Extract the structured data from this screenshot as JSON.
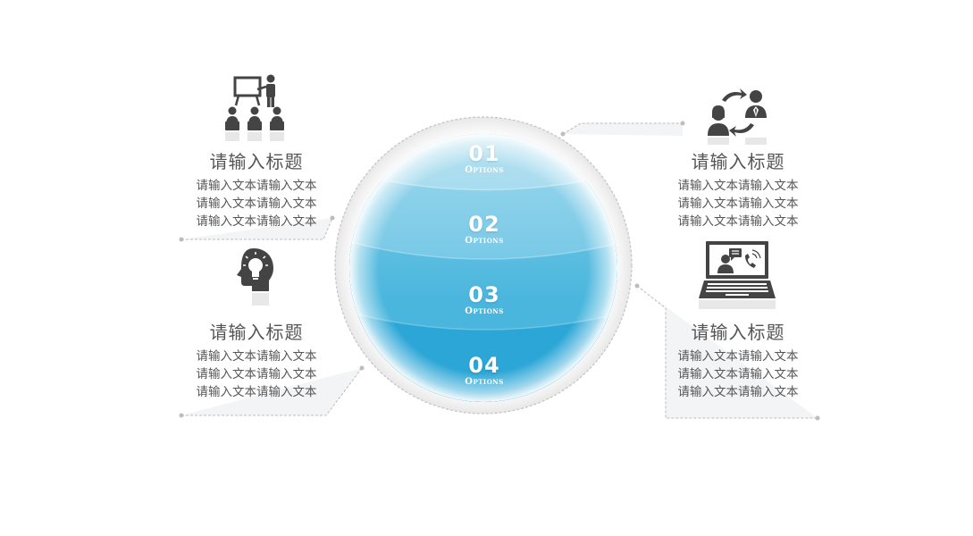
{
  "colors": {
    "band1": "#8fd2ea",
    "band2": "#6cc4e4",
    "band3": "#4ab6dd",
    "band4": "#2ba6d6",
    "text": "#555555",
    "icon": "#444444",
    "connector": "#bbbbbb"
  },
  "center": {
    "options": [
      {
        "number": "01",
        "label": "Options"
      },
      {
        "number": "02",
        "label": "Options"
      },
      {
        "number": "03",
        "label": "Options"
      },
      {
        "number": "04",
        "label": "Options"
      }
    ]
  },
  "blocks": {
    "top_left": {
      "icon": "presenter-audience-icon",
      "title": "请输入标题",
      "lines": [
        "请输入文本请输入文本",
        "请输入文本请输入文本",
        "请输入文本请输入文本"
      ]
    },
    "bottom_left": {
      "icon": "head-lightbulb-icon",
      "title": "请输入标题",
      "lines": [
        "请输入文本请输入文本",
        "请输入文本请输入文本",
        "请输入文本请输入文本"
      ]
    },
    "top_right": {
      "icon": "people-exchange-icon",
      "title": "请输入标题",
      "lines": [
        "请输入文本请输入文本",
        "请输入文本请输入文本",
        "请输入文本请输入文本"
      ]
    },
    "bottom_right": {
      "icon": "laptop-video-call-icon",
      "title": "请输入标题",
      "lines": [
        "请输入文本请输入文本",
        "请输入文本请输入文本",
        "请输入文本请输入文本"
      ]
    }
  }
}
